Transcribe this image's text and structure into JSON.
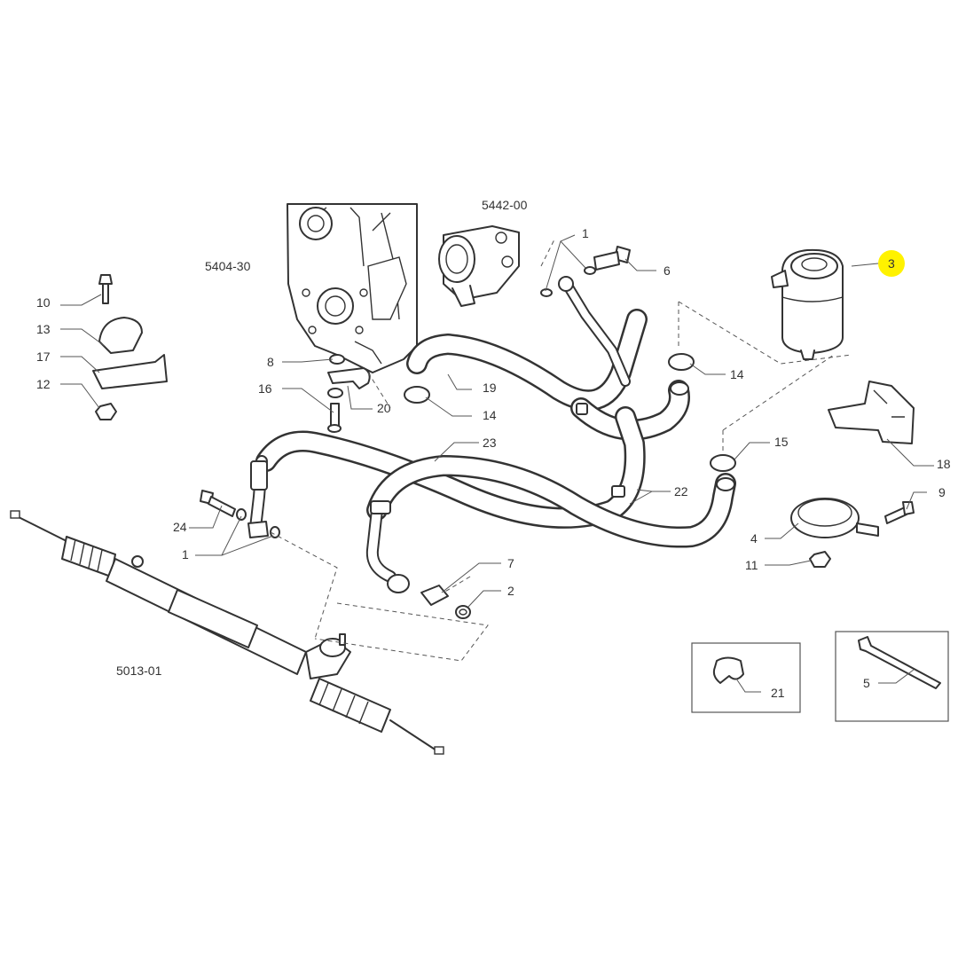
{
  "diagram": {
    "group_codes": [
      "5404-30",
      "5442-00",
      "5013-01"
    ],
    "callouts": [
      "1",
      "1",
      "2",
      "3",
      "4",
      "5",
      "6",
      "7",
      "8",
      "9",
      "10",
      "11",
      "12",
      "13",
      "14",
      "14",
      "15",
      "16",
      "17",
      "18",
      "19",
      "20",
      "21",
      "22",
      "23",
      "24"
    ],
    "highlighted_callout": "3",
    "highlight_color": "#fff200",
    "line_color": "#333333"
  }
}
